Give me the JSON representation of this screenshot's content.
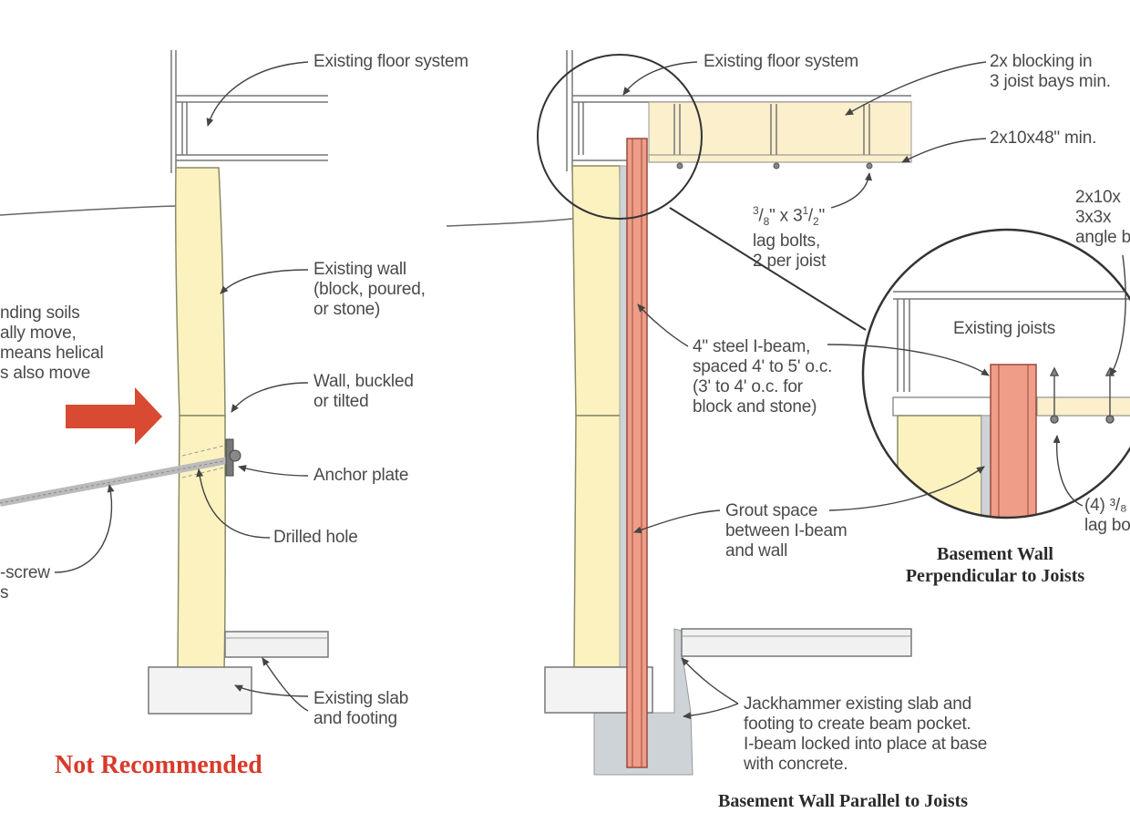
{
  "colors": {
    "wall": "#fbf2c0",
    "wall_stroke": "#8a8a6a",
    "beam": "#ef9d88",
    "beam_stroke": "#9a4b3c",
    "blocking": "#fbefcc",
    "arrow": "#d84a32",
    "grout": "#cdd3d6",
    "concrete": "#f1f1f1",
    "warning_text": "#d83a2a",
    "label_text": "#4a4a4a"
  },
  "left_diagram": {
    "labels": {
      "floor": "Existing floor system",
      "wall": "Existing wall\n(block, poured,\nor stone)",
      "soils": "nding soils\nally move,\nmeans helical\ns also move",
      "buckled": "Wall, buckled\nor tilted",
      "anchor": "Anchor plate",
      "drilled": "Drilled hole",
      "screw": "-screw\ns",
      "slab": "Existing slab\nand footing"
    },
    "warning": "Not Recommended"
  },
  "right_diagram": {
    "labels": {
      "floor": "Existing floor system",
      "blocking": "2x blocking in\n3 joist bays min.",
      "lumber": "2x10x48\" min.",
      "lag_num1": "3",
      "lag_den1": "8",
      "lag_mid": "\" x 3",
      "lag_num2": "1",
      "lag_den2": "2",
      "lag_end": "\"",
      "lag_rest": "lag bolts,\n2 per joist",
      "beam": "4\" steel I-beam,\nspaced 4' to 5' o.c.\n(3' to 4' o.c. for\nblock and stone)",
      "grout": "Grout space\nbetween I-beam\nand wall",
      "jack": "Jackhammer existing slab and\nfooting to create beam pocket.\nI-beam locked into place at base\nwith concrete.",
      "cut_top": "2x10x\n3x3x\nangle b",
      "joists": "Existing joists",
      "lag4": "(4) ³/₈\nlag bo"
    },
    "title_parallel": "Basement Wall Parallel to Joists",
    "title_perp": "Basement Wall\nPerpendicular to Joists"
  }
}
